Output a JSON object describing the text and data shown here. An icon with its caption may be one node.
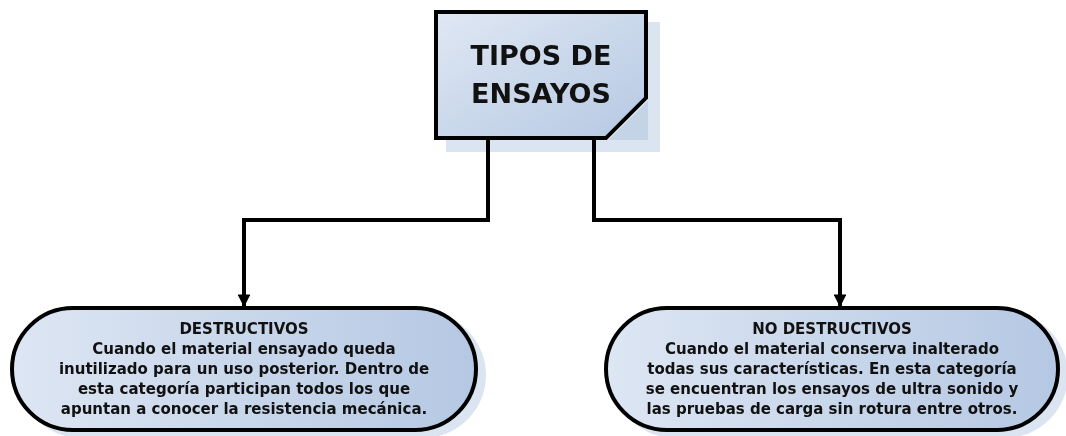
{
  "diagram": {
    "nodes": [
      {
        "text": [
          "TIPOS DE ENSAYOS"
        ]
      },
      {
        "text": [
          "DESTRUCTIVOS",
          "Cuando el material ensayado queda inutilizado para un uso posterior. Dentro de esta categoría participan todos los que apuntan a conocer la resistencia mecánica."
        ]
      },
      {
        "text": [
          "NO DESTRUCTIVOS",
          "Cuando el material conserva inalterado todas sus características. En esta categoría se encuentran los ensayos de ultra sonido y las pruebas de carga sin rotura entre otros."
        ]
      }
    ],
    "edges": [
      {
        "from": 0,
        "to": 1,
        "arrow": "to"
      },
      {
        "from": 0,
        "to": 2,
        "arrow": "to"
      }
    ]
  }
}
